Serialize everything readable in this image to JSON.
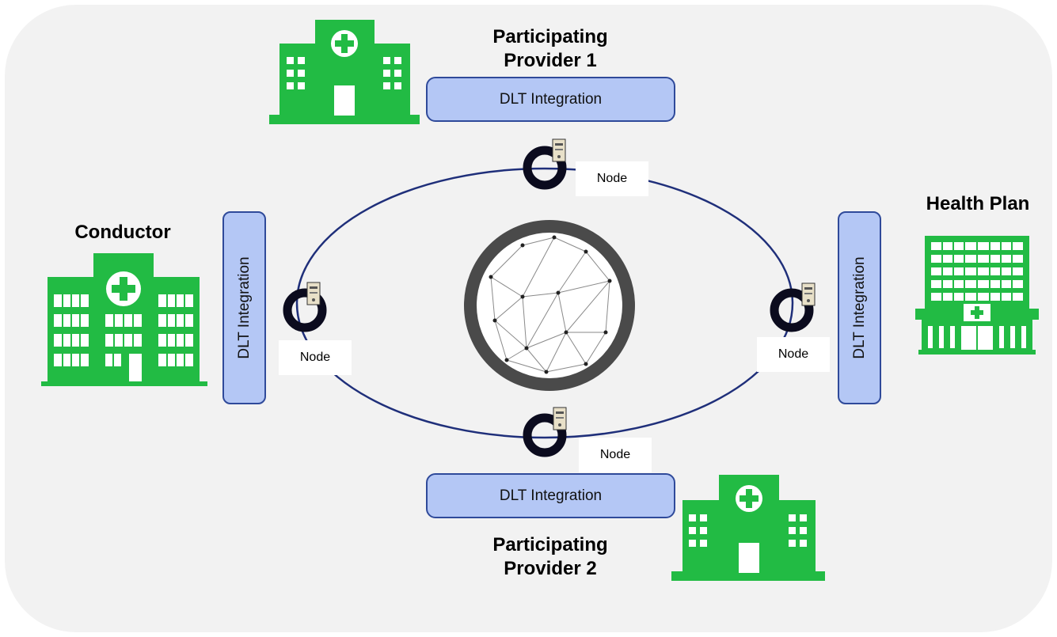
{
  "entities": {
    "provider1": {
      "line1": "Participating",
      "line2": "Provider 1"
    },
    "provider2": {
      "line1": "Participating",
      "line2": "Provider 2"
    },
    "conductor": {
      "name": "Conductor",
      "sign": "HOSPITAL"
    },
    "health_plan": {
      "name": "Health Plan"
    }
  },
  "integration_label": "DLT Integration",
  "node_label": "Node",
  "colors": {
    "building_green": "#22bb44",
    "integration_fill": "#b4c7f5",
    "integration_border": "#2f4a9a",
    "ring_line": "#1f2f7a",
    "panel_bg": "#f2f2f2"
  }
}
